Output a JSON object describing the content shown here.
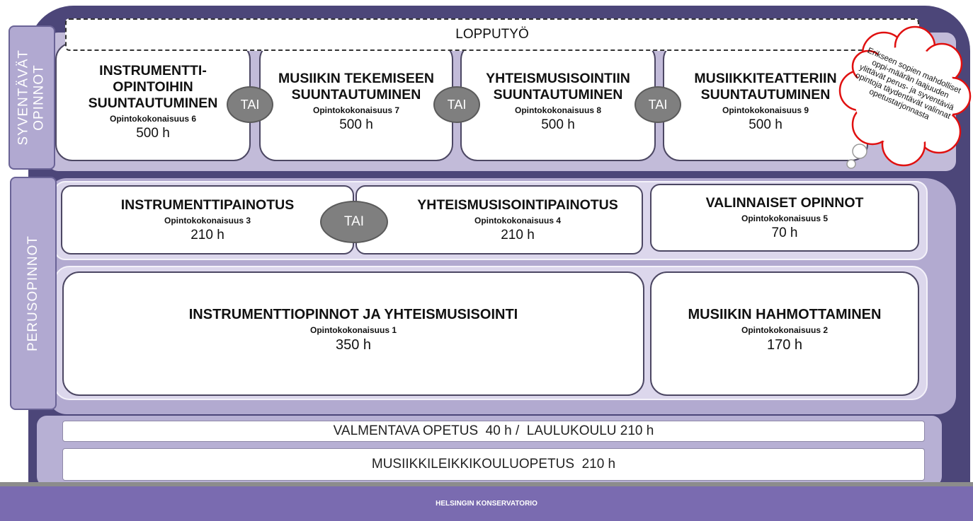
{
  "final_project": "LOPPUTYÖ",
  "side_labels": {
    "advanced": "SYVENTÄVÄT OPINNOT",
    "basic": "PERUSOPINNOT"
  },
  "or_label": "TAI",
  "advanced_modules": [
    {
      "title": "INSTRUMENTTI-\nOPINTOIHIN\nSUUNTAUTUMINEN",
      "module": "Opintokokonaisuus 6",
      "hours": "500 h"
    },
    {
      "title": "MUSIIKIN TEKEMISEEN\nSUUNTAUTUMINEN",
      "module": "Opintokokonaisuus 7",
      "hours": "500 h"
    },
    {
      "title": "YHTEISMUSISOINTIIN\nSUUNTAUTUMINEN",
      "module": "Opintokokonaisuus 8",
      "hours": "500 h"
    },
    {
      "title": "MUSIIKKITEATTERIIN\nSUUNTAUTUMINEN",
      "module": "Opintokokonaisuus 9",
      "hours": "500 h"
    }
  ],
  "cloud_note": "Erikseen sopien mahdolliset oppi-määrän laajuuden ylittävät perus- ja syventäviä opintoja täydentävät valinnat opetustarjonnasta",
  "basic_row1": [
    {
      "title": "INSTRUMENTTIPAINOTUS",
      "module": "Opintokokonaisuus 3",
      "hours": "210 h"
    },
    {
      "title": "YHTEISMUSISOINTIPAINOTUS",
      "module": "Opintokokonaisuus 4",
      "hours": "210 h"
    },
    {
      "title": "VALINNAISET OPINNOT",
      "module": "Opintokokonaisuus 5",
      "hours": "70 h"
    }
  ],
  "basic_row2": [
    {
      "title": "INSTRUMENTTIOPINNOT JA YHTEISMUSISOINTI",
      "module": "Opintokokonaisuus 1",
      "hours": "350 h"
    },
    {
      "title": "MUSIIKIN HAHMOTTAMINEN",
      "module": "Opintokokonaisuus 2",
      "hours": "170 h"
    }
  ],
  "prep_bars": [
    "VALMENTAVA OPETUS  40 h /  LAULUKOULU 210 h",
    "MUSIIKKILEIKKIKOULUOPETUS  210 h"
  ],
  "footer": "HELSINGIN KONSERVATORIO",
  "colors": {
    "outer_frame": "#4c4679",
    "advanced_band": "#c2bbd9",
    "basic_band": "#b2aad0",
    "side_tab": "#b1a9d1",
    "or_bubble": "#7f7f7f",
    "cloud_outline": "#e01010",
    "footer": "#7a6bb0"
  }
}
